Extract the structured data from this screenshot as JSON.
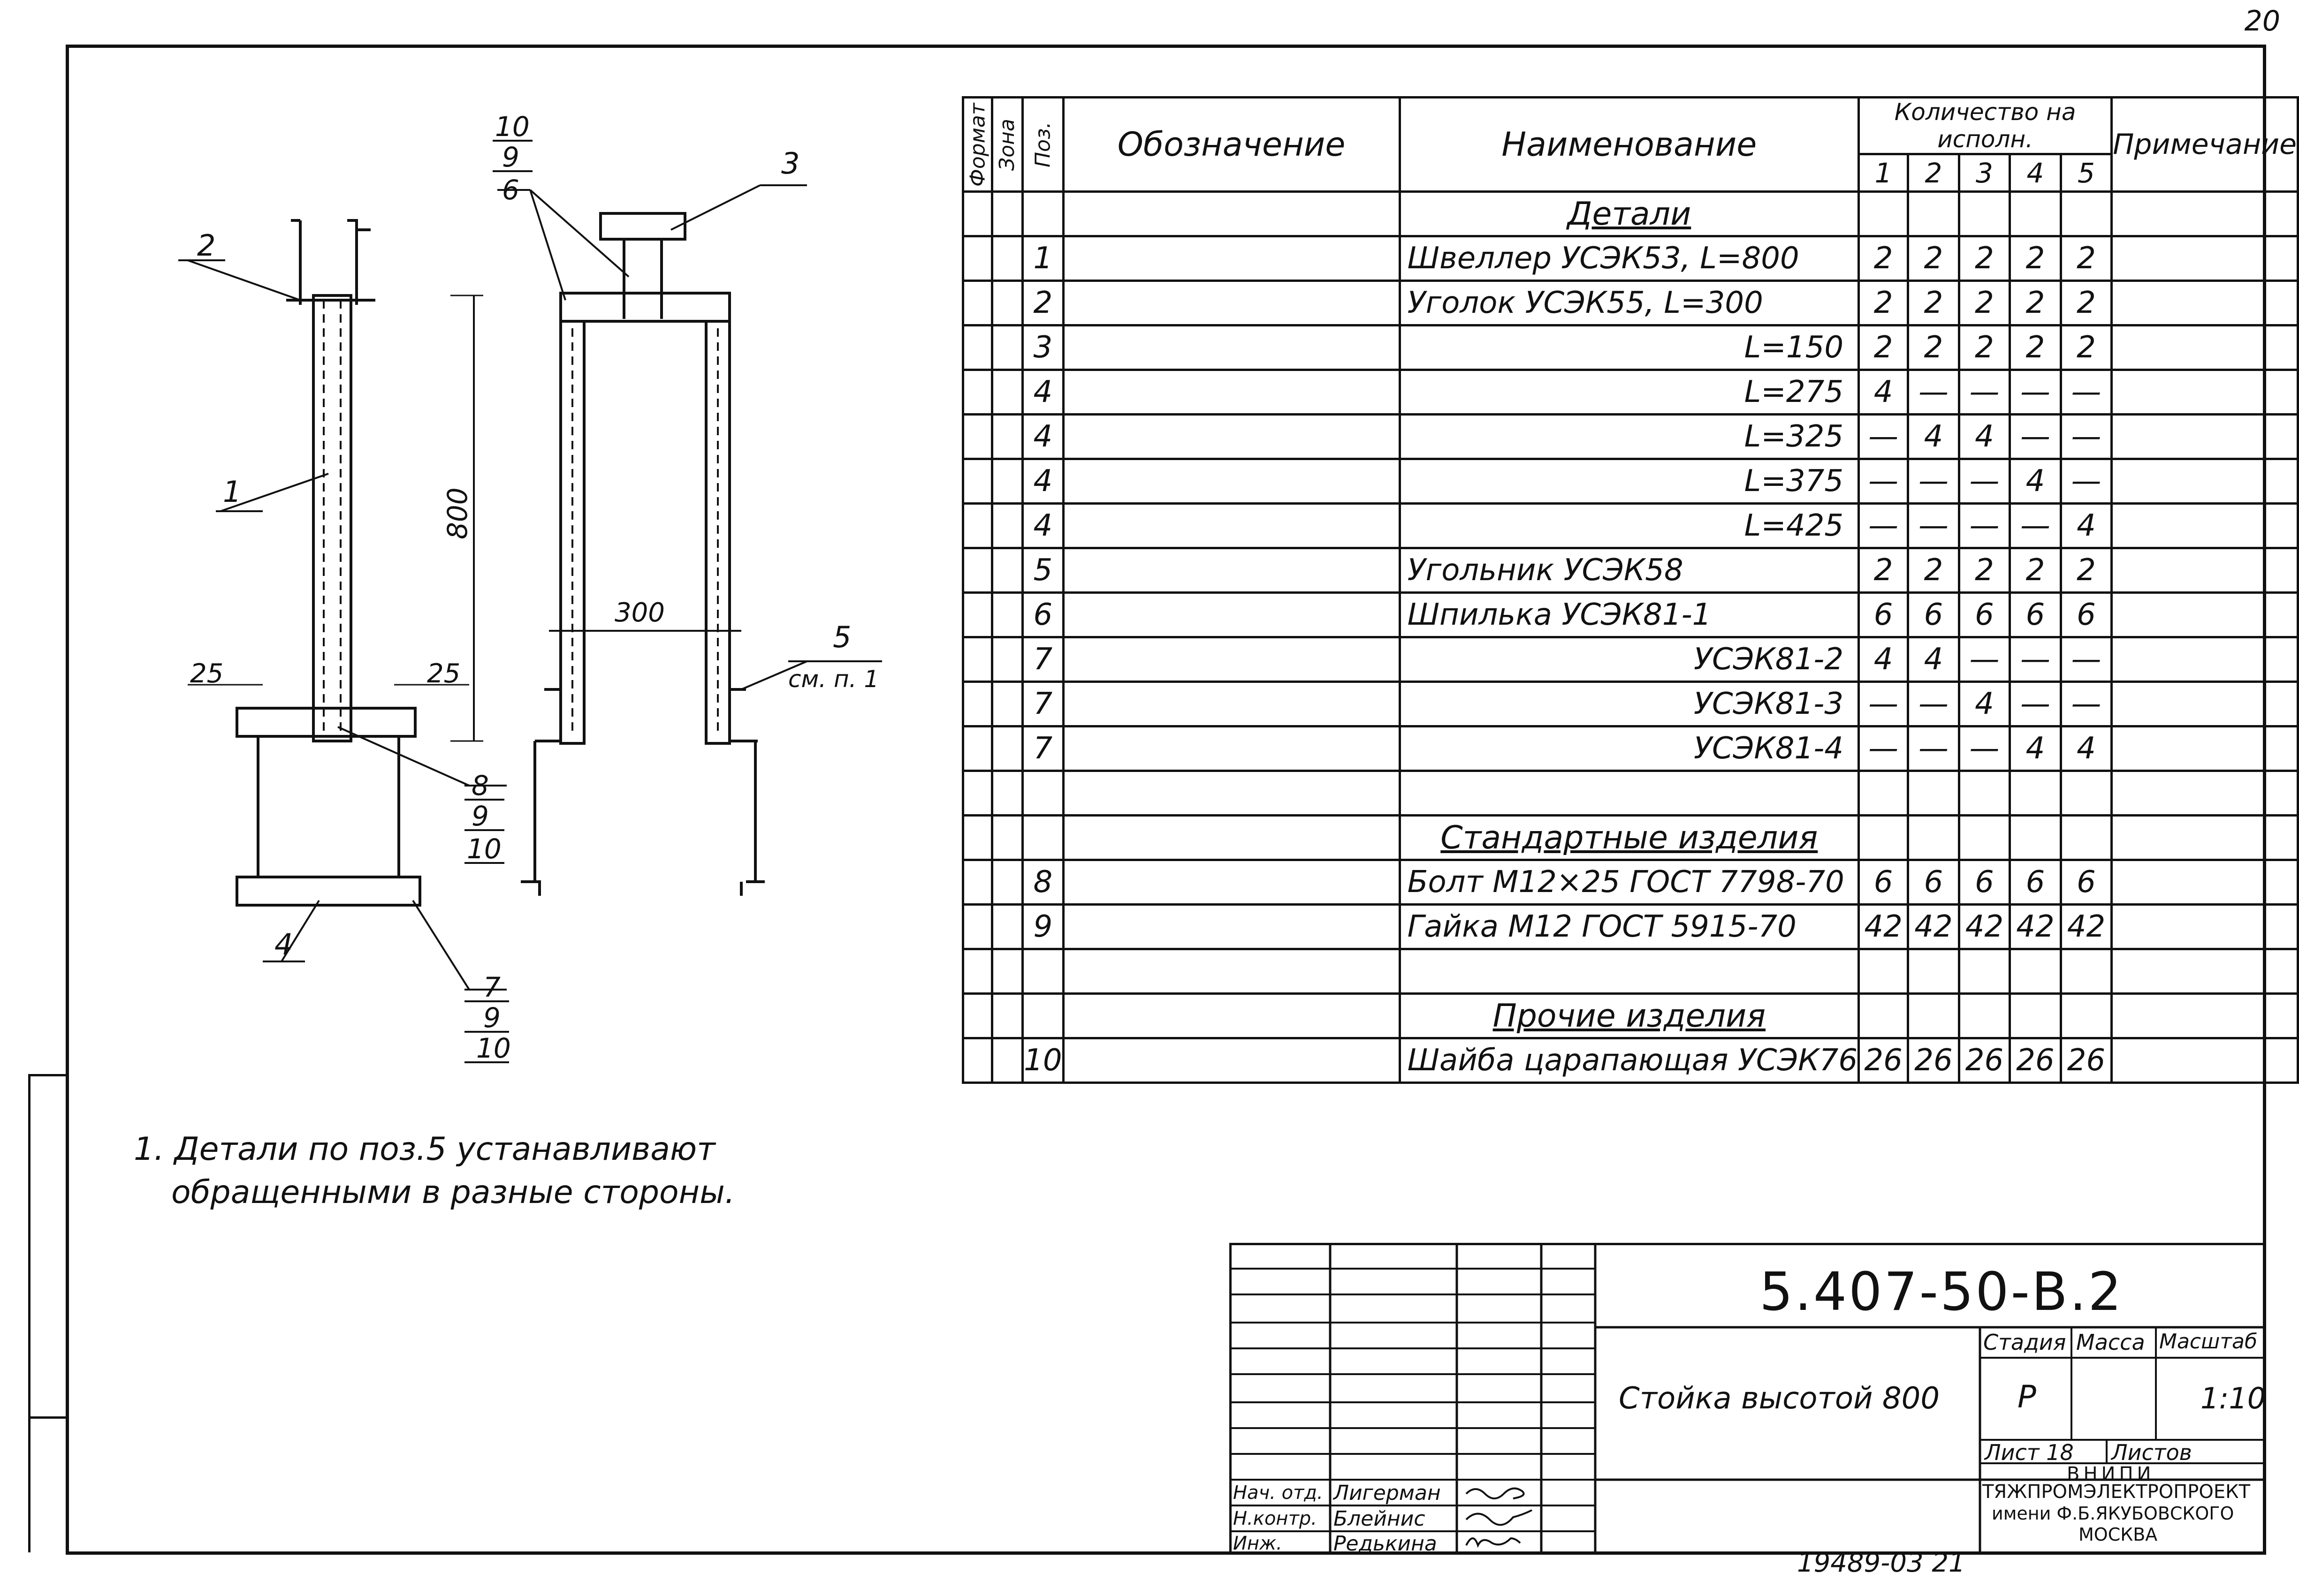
{
  "sheet_corner": "20",
  "drawing": {
    "dim_800": "800",
    "dim_300": "300",
    "dim_25_left": "25",
    "dim_25_right": "25",
    "callout_1": "1",
    "callout_2": "2",
    "callout_3": "3",
    "callout_4": "4",
    "callout_5": "5",
    "callout_5_note": "см. п. 1",
    "stack_top": [
      "10",
      "9",
      "6"
    ],
    "stack_mid": [
      "8",
      "9",
      "10"
    ],
    "stack_bottom": [
      "7",
      "9",
      "10"
    ]
  },
  "spec_table": {
    "headers": {
      "format": "Формат",
      "zone": "Зона",
      "pos": "Поз.",
      "designation": "Обозначение",
      "name": "Наименование",
      "qty_group": "Количество на исполн.",
      "qty_cols": [
        "1",
        "2",
        "3",
        "4",
        "5"
      ],
      "note": "Примечание"
    },
    "rows": [
      {
        "kind": "section",
        "name": "Детали"
      },
      {
        "pos": "1",
        "name": "Швеллер УСЭК53, L=800",
        "align": "l",
        "q": [
          "2",
          "2",
          "2",
          "2",
          "2"
        ]
      },
      {
        "pos": "2",
        "name": "Уголок УСЭК55, L=300",
        "align": "l",
        "q": [
          "2",
          "2",
          "2",
          "2",
          "2"
        ]
      },
      {
        "pos": "3",
        "name": "L=150",
        "align": "r",
        "q": [
          "2",
          "2",
          "2",
          "2",
          "2"
        ]
      },
      {
        "pos": "4",
        "name": "L=275",
        "align": "r",
        "q": [
          "4",
          "—",
          "—",
          "—",
          "—"
        ]
      },
      {
        "pos": "4",
        "name": "L=325",
        "align": "r",
        "q": [
          "—",
          "4",
          "4",
          "—",
          "—"
        ]
      },
      {
        "pos": "4",
        "name": "L=375",
        "align": "r",
        "q": [
          "—",
          "—",
          "—",
          "4",
          "—"
        ]
      },
      {
        "pos": "4",
        "name": "L=425",
        "align": "r",
        "q": [
          "—",
          "—",
          "—",
          "—",
          "4"
        ]
      },
      {
        "pos": "5",
        "name": "Угольник УСЭК58",
        "align": "l",
        "q": [
          "2",
          "2",
          "2",
          "2",
          "2"
        ]
      },
      {
        "pos": "6",
        "name": "Шпилька УСЭК81-1",
        "align": "l",
        "q": [
          "6",
          "6",
          "6",
          "6",
          "6"
        ]
      },
      {
        "pos": "7",
        "name": "УСЭК81-2",
        "align": "r",
        "q": [
          "4",
          "4",
          "—",
          "—",
          "—"
        ]
      },
      {
        "pos": "7",
        "name": "УСЭК81-3",
        "align": "r",
        "q": [
          "—",
          "—",
          "4",
          "—",
          "—"
        ]
      },
      {
        "pos": "7",
        "name": "УСЭК81-4",
        "align": "r",
        "q": [
          "—",
          "—",
          "—",
          "4",
          "4"
        ]
      },
      {
        "kind": "blank"
      },
      {
        "kind": "section",
        "name": "Стандартные изделия"
      },
      {
        "pos": "8",
        "name": "Болт М12×25 ГОСТ 7798-70",
        "align": "l",
        "q": [
          "6",
          "6",
          "6",
          "6",
          "6"
        ]
      },
      {
        "pos": "9",
        "name": "Гайка М12 ГОСТ 5915-70",
        "align": "l",
        "q": [
          "42",
          "42",
          "42",
          "42",
          "42"
        ]
      },
      {
        "kind": "blank"
      },
      {
        "kind": "section",
        "name": "Прочие изделия"
      },
      {
        "pos": "10",
        "name": "Шайба царапающая УСЭК76",
        "align": "l",
        "q": [
          "26",
          "26",
          "26",
          "26",
          "26"
        ]
      }
    ]
  },
  "note": {
    "line1": "1. Детали по поз.5 устанавливают",
    "line2": "обращенными в разные стороны."
  },
  "title_block": {
    "doc_number": "5.407-50-В.2",
    "title": "Стойка высотой 800",
    "stage_label": "Стадия",
    "mass_label": "Масса",
    "scale_label": "Масштаб",
    "stage_value": "Р",
    "scale_value": "1:10",
    "sheet_label": "Лист 18",
    "sheets_label": "Листов",
    "org_line1": "ВНИПИ",
    "org_line2": "ТЯЖПРОМЭЛЕКТРОПРОЕКТ",
    "org_line3": "имени Ф.Б.ЯКУБОВСКОГО",
    "org_line4": "МОСКВА",
    "roles": [
      {
        "role": "Нач. отд.",
        "person": "Лигерман"
      },
      {
        "role": "Н.контр.",
        "person": "Блейнис"
      },
      {
        "role": "Инж.",
        "person": "Редькина"
      }
    ]
  },
  "archive_number": "19489-03 21"
}
